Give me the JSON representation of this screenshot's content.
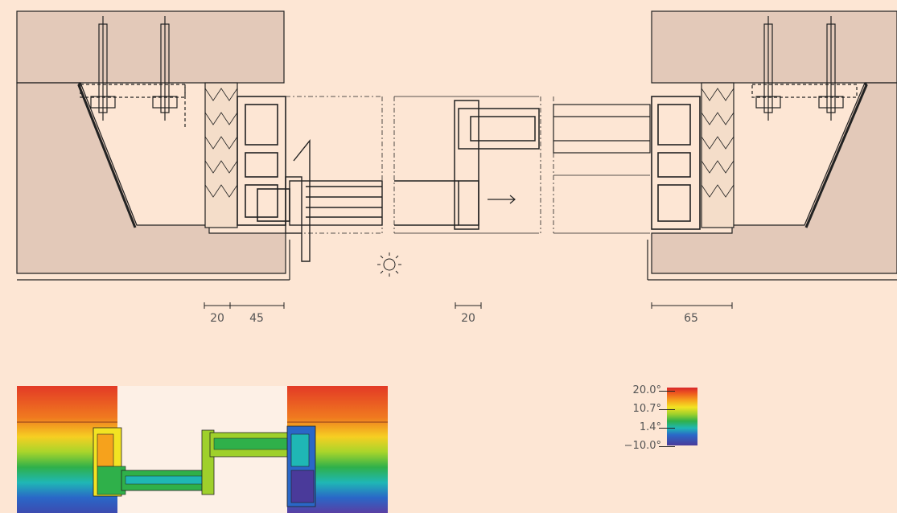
{
  "dimensions": [
    {
      "id": "dim-left-1",
      "label": "20"
    },
    {
      "id": "dim-left-2",
      "label": "45"
    },
    {
      "id": "dim-center",
      "label": "20"
    },
    {
      "id": "dim-right",
      "label": "65"
    }
  ],
  "legend": {
    "labels": [
      "20.0°",
      "10.7°",
      "1.4°",
      "−10.0°"
    ],
    "values": [
      20.0,
      10.7,
      1.4,
      -10.0
    ],
    "colors": [
      "#d8262a",
      "#f3e322",
      "#2fb04a",
      "#2a67c7",
      "#4a3a9a"
    ]
  },
  "colors": {
    "background": "#fde6d4",
    "concrete": "#e3c9b9",
    "line": "#222222"
  },
  "icons": {
    "sun": "sun-icon",
    "arrow": "arrow-right-icon"
  }
}
